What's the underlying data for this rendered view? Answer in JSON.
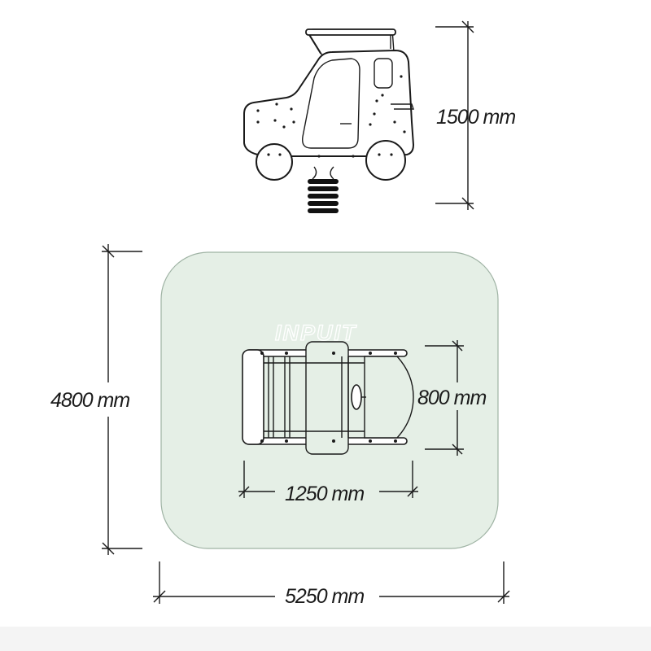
{
  "dimensions": {
    "height": "1500 mm",
    "zone_depth": "4800 mm",
    "zone_width": "5250 mm",
    "item_width": "800 mm",
    "item_length": "1250 mm"
  },
  "watermark": "INPUIT",
  "colors": {
    "safety_zone_fill": "#e5efe6",
    "safety_zone_stroke": "#9fb3a4",
    "line": "#1a1a1a"
  }
}
